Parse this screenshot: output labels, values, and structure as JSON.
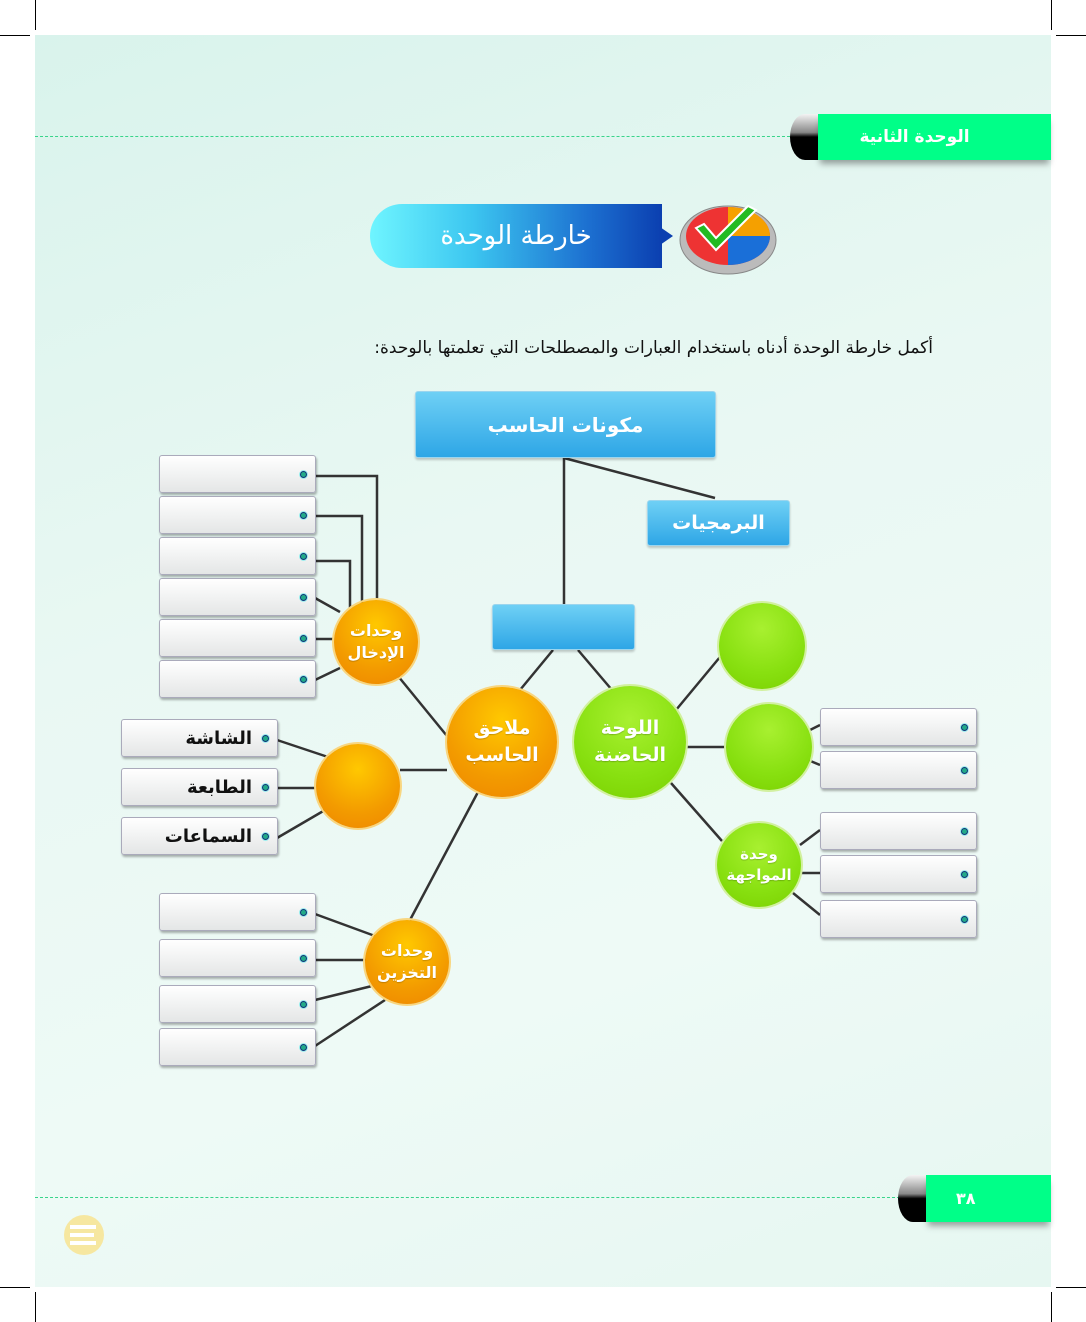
{
  "header": {
    "unit_label": "الوحدة الثانية",
    "title": "خارطة الوحدة"
  },
  "instruction": "أكمل خارطة الوحدة أدناه باستخدام العبارات والمصطلحات التي تعلمتها بالوحدة:",
  "map": {
    "root": "مكونات الحاسب",
    "software": "البرمجيات",
    "accessories": "ملاحق الحاسب",
    "motherboard": "اللوحة الحاضنة",
    "input_units": "وحدات الإدخال",
    "storage_units": "وحدات التخزين",
    "interface_unit": "وحدة المواجهة",
    "output_items": [
      "الشاشة",
      "الطابعة",
      "السماعات"
    ]
  },
  "footer": {
    "page_number": "٣٨"
  },
  "colors": {
    "tab_green": "#00ff88",
    "orange": "#f39b00",
    "green": "#88e010",
    "blue": "#2ea6e6"
  }
}
